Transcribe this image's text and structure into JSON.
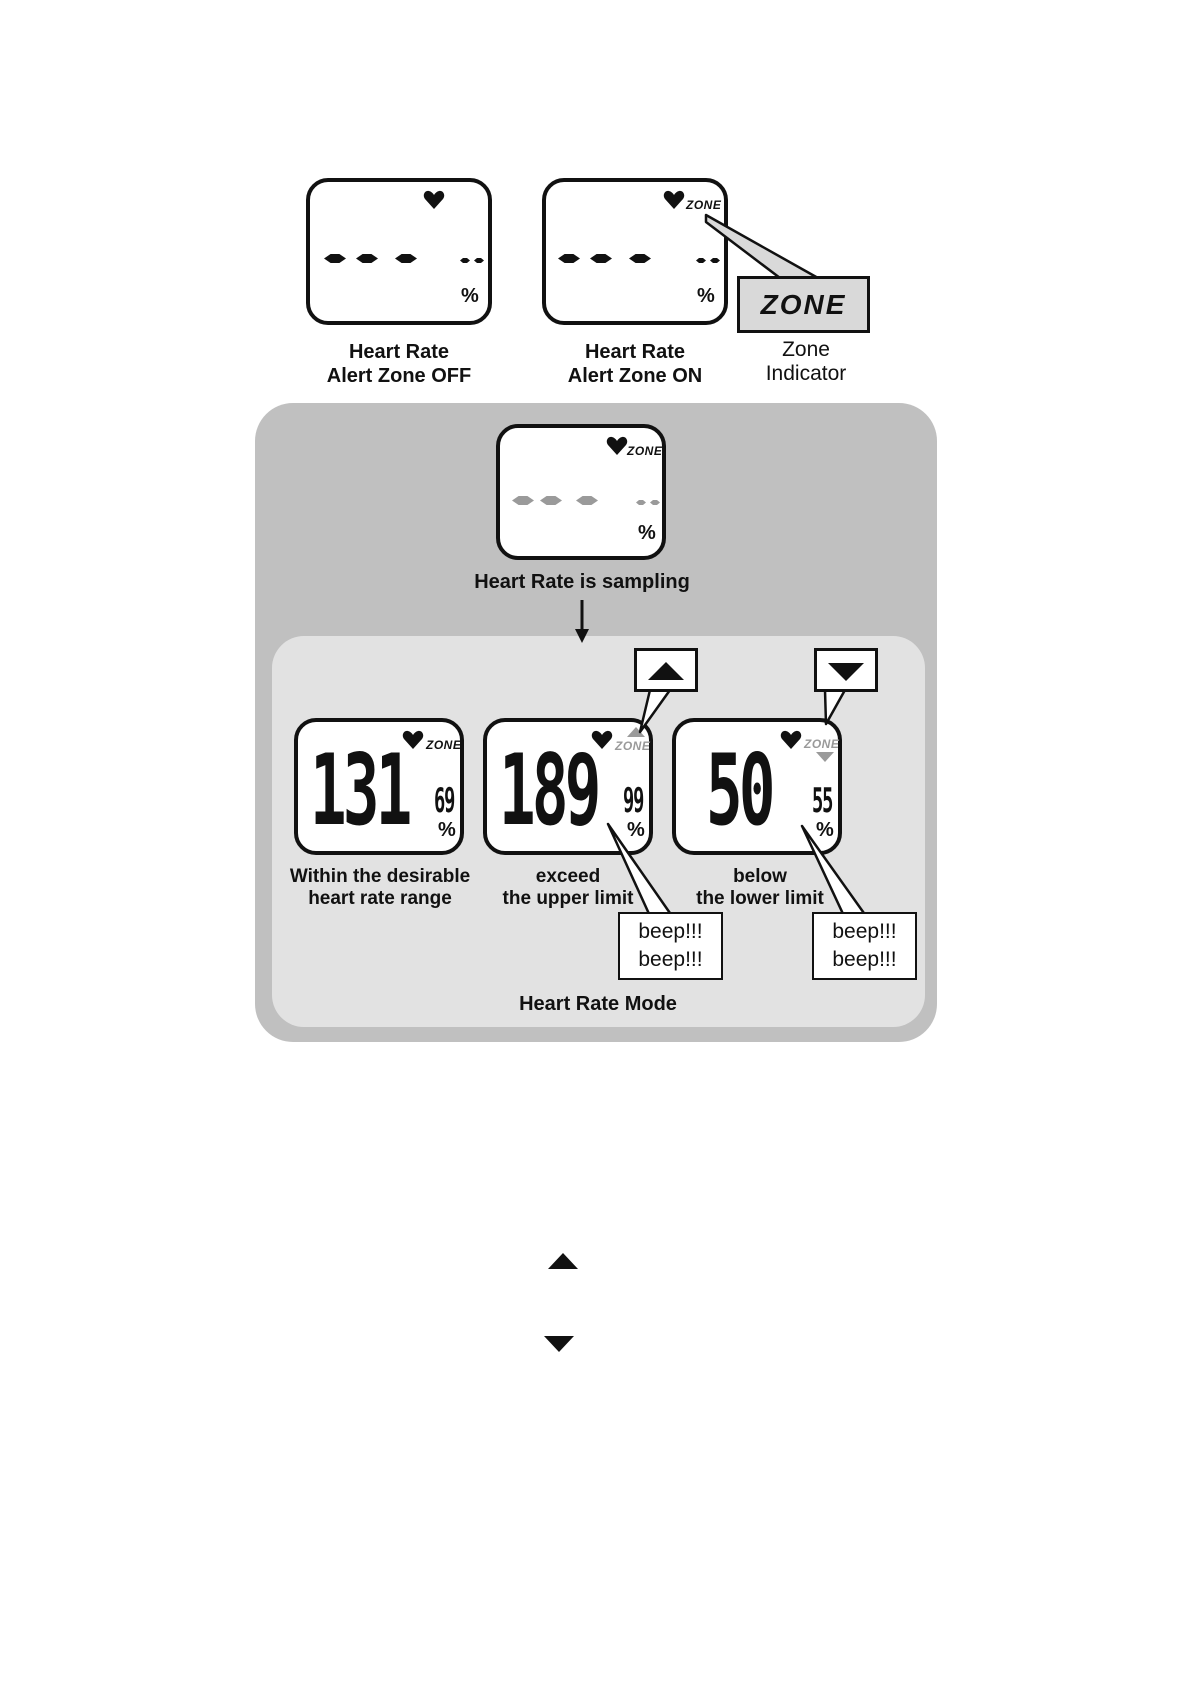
{
  "labels": {
    "zone_word": "ZONE",
    "percent": "%",
    "zone_indicator_box": "ZONE"
  },
  "top": {
    "off_caption_line1": "Heart Rate",
    "off_caption_line2": "Alert Zone OFF",
    "on_caption_line1": "Heart Rate",
    "on_caption_line2": "Alert Zone ON",
    "indicator_caption_line1": "Zone",
    "indicator_caption_line2": "Indicator"
  },
  "mode_panel": {
    "sampling_caption": "Heart Rate is sampling",
    "mode_caption": "Heart Rate Mode",
    "displays": [
      {
        "heart_rate": "131",
        "percent": "69",
        "caption_line1": "Within the desirable",
        "caption_line2": "heart rate range"
      },
      {
        "heart_rate": "189",
        "percent": "99",
        "caption_line1": "exceed",
        "caption_line2": "the upper limit"
      },
      {
        "heart_rate": "50",
        "percent": "55",
        "caption_line1": "below",
        "caption_line2": "the lower limit"
      }
    ],
    "beep_line1": "beep!!!",
    "beep_line2": "beep!!!"
  },
  "legend_icons": [
    "up-triangle-icon",
    "down-triangle-icon"
  ],
  "colors": {
    "outer_panel": "#c0c0c0",
    "inner_panel": "#e2e2e2",
    "indicator_box": "#d9d9d9",
    "faded_indicator": "#9a9a9a"
  }
}
